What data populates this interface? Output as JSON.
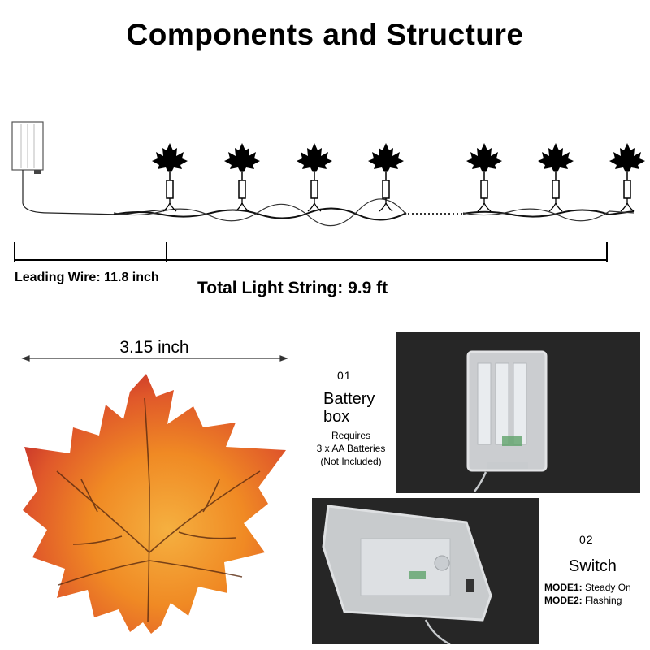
{
  "title": "Components and Structure",
  "string": {
    "leading_wire_label": "Leading Wire: 11.8 inch",
    "total_label": "Total Light String: 9.9 ft",
    "visible_leaf_lights": 7
  },
  "leaf": {
    "width_label": "3.15 inch"
  },
  "battery_box": {
    "number": "01",
    "title_line1": "Battery",
    "title_line2": "box",
    "req_line1": "Requires",
    "req_line2": "3 x AA Batteries",
    "req_line3": "(Not Included)"
  },
  "switch": {
    "number": "02",
    "title": "Switch",
    "mode1_key": "MODE1:",
    "mode1_value": "Steady On",
    "mode2_key": "MODE2:",
    "mode2_value": "Flashing"
  },
  "colors": {
    "leaf_orange": "#f08a24",
    "leaf_red": "#d8402a",
    "photo_background": "#262626"
  }
}
